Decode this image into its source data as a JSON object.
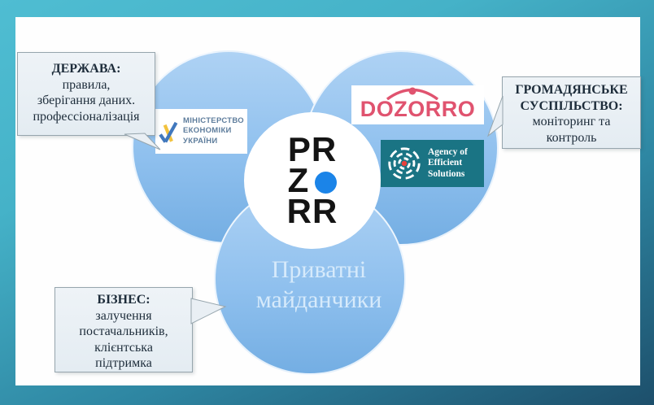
{
  "colors": {
    "frame_top": "#4fbdd2",
    "frame_bottom": "#1d4f6b",
    "circle_blue_light": "#aed2f4",
    "circle_blue_dark": "#74aee3",
    "callout_fill": "#e9eff4",
    "callout_border": "#96a5ad",
    "callout_text": "#1d2c3a",
    "prozorro_dot_blue": "#1b84e8",
    "dozorro_pink": "#e0536f",
    "agency_teal": "#1a7484",
    "agency_dot_red": "#e8413c",
    "ministry_blue": "#4178bd",
    "ministry_yellow": "#f2c23e",
    "ministry_text": "#5e7d9c",
    "platforms_label_text": "#d6eafb"
  },
  "diagram": {
    "center_logo": {
      "line1": "PR",
      "line2": "Z",
      "line3": "RR"
    },
    "bottom_circle_label": {
      "line1": "Приватні",
      "line2": "майданчики"
    }
  },
  "callouts": {
    "state": {
      "title": "ДЕРЖАВА:",
      "lines": [
        "правила,",
        "зберігання даних.",
        "профессіоналізація"
      ]
    },
    "civil_society": {
      "title_line1": "ГРОМАДЯНСЬКЕ",
      "title_line2": "СУСПІЛЬСТВО:",
      "lines": [
        "моніторинг та",
        "контроль"
      ]
    },
    "business": {
      "title": "БІЗНЕС:",
      "lines": [
        "залучення",
        "постачальників,",
        "клієнтська",
        "підтримка"
      ]
    }
  },
  "logos": {
    "ministry": {
      "lines": [
        "МІНІСТЕРСТВО",
        "ЕКОНОМІКИ",
        "УКРАЇНИ"
      ]
    },
    "dozorro": {
      "text": "DOZORRO"
    },
    "agency": {
      "lines": [
        "Agency of",
        "Efficient",
        "Solutions"
      ]
    }
  }
}
